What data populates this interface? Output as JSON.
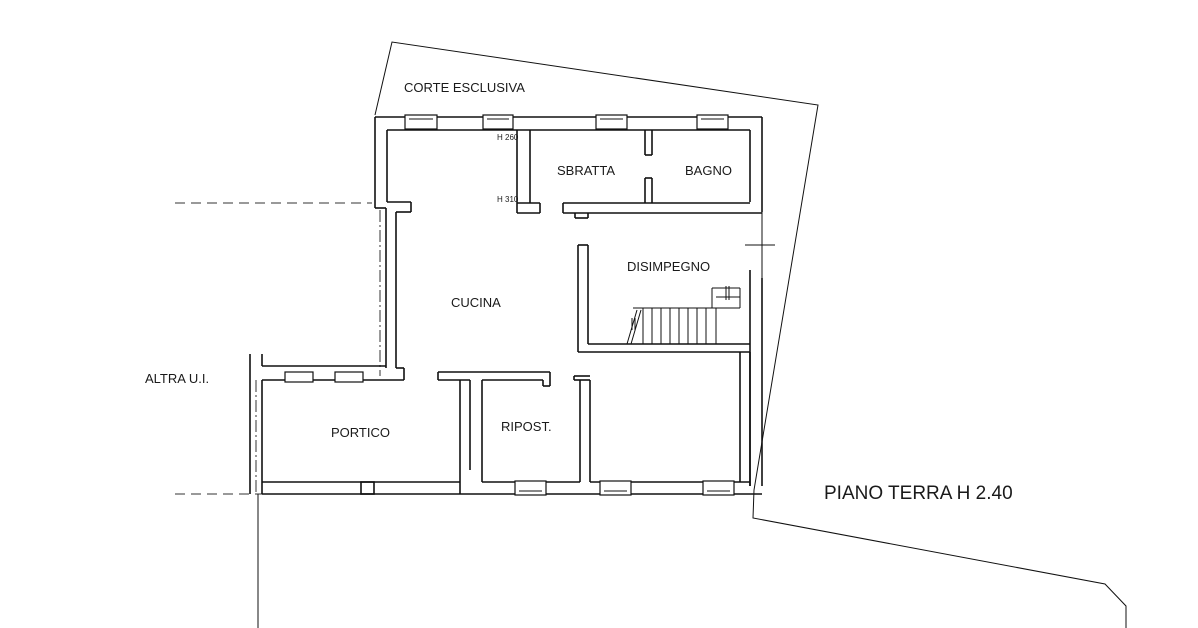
{
  "plan": {
    "court_label": "CORTE ESCLUSIVA",
    "other_unit_label": "ALTRA U.I.",
    "floor_title": "PIANO TERRA H 2.40",
    "height_marks": [
      "H 260",
      "H 310"
    ],
    "rooms": [
      "SBRATTA",
      "BAGNO",
      "DISIMPEGNO",
      "CUCINA",
      "PORTICO",
      "RIPOST."
    ]
  }
}
